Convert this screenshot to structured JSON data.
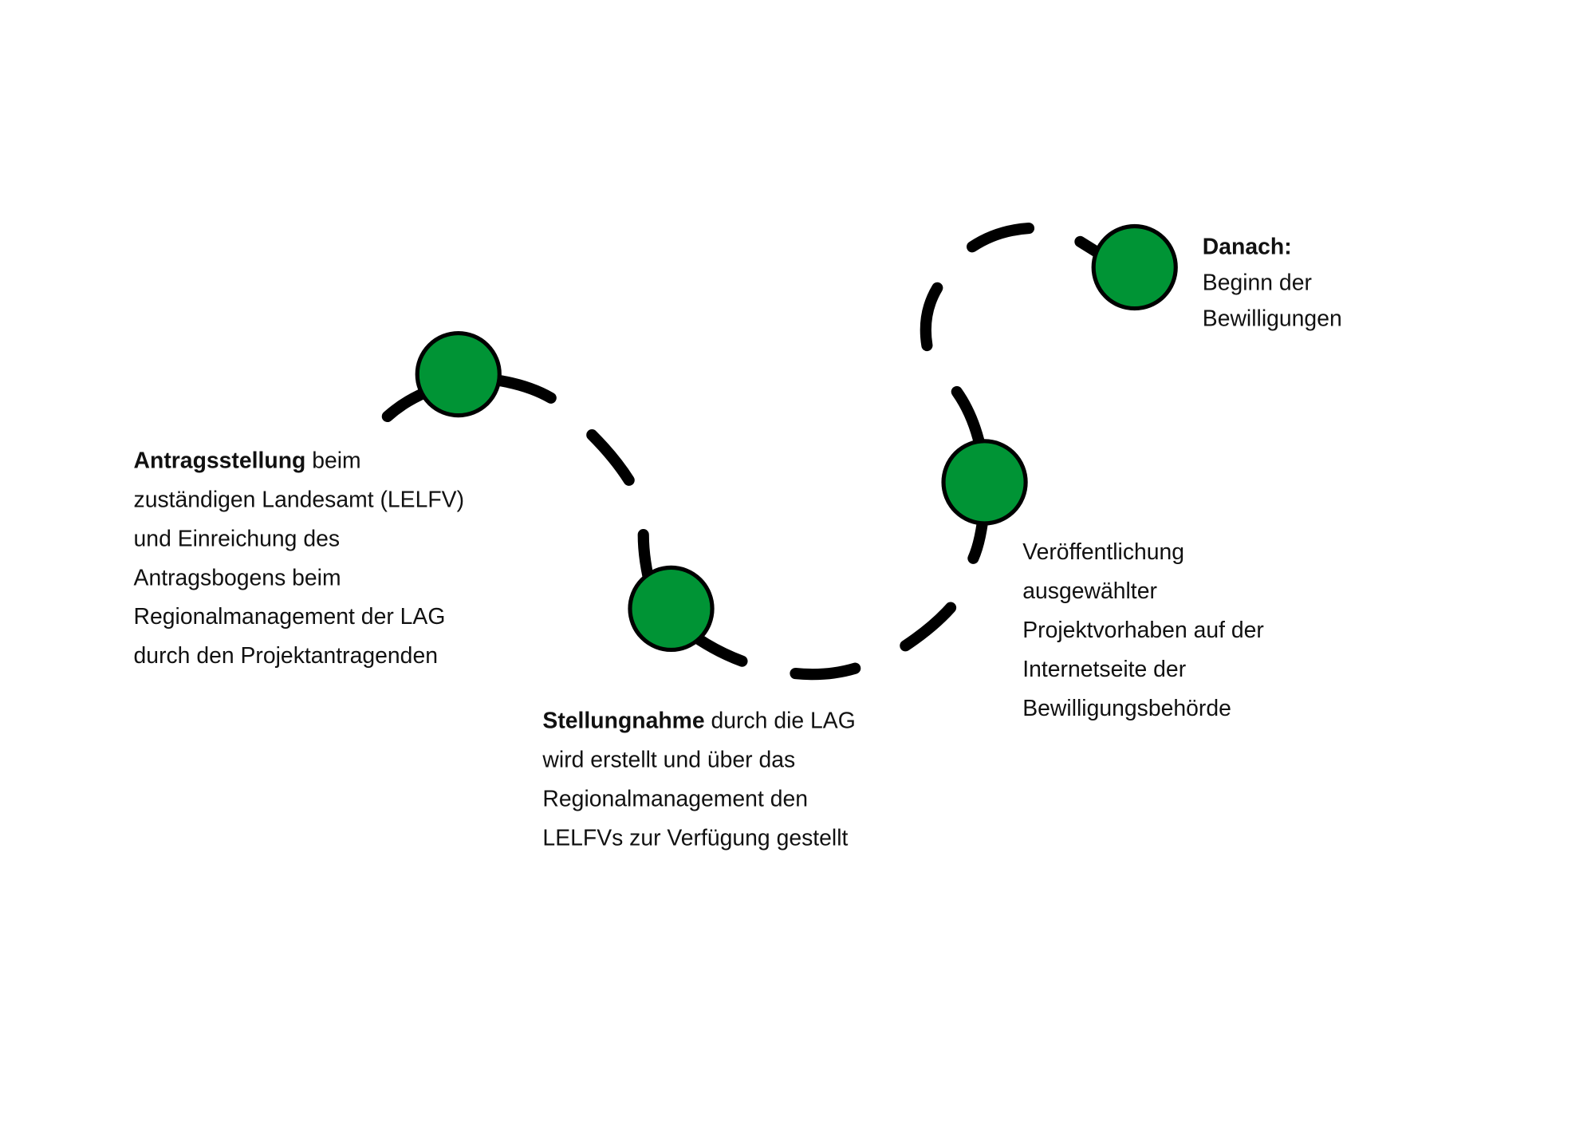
{
  "steps": [
    {
      "bold": "Antragsstellung",
      "lines": [
        " beim",
        "zuständigen Landesamt (LELFV)",
        "und Einreichung des",
        "Antragsbogens beim",
        "Regionalmanagement der LAG",
        "durch den Projektantragenden"
      ]
    },
    {
      "bold": "Stellungnahme",
      "lines": [
        " durch die LAG",
        "wird erstellt und über das",
        "Regionalmanagement den",
        "LELFVs zur Verfügung gestellt"
      ]
    },
    {
      "bold": "",
      "lines": [
        "Veröffentlichung",
        "ausgewählter",
        "Projektvorhaben auf der",
        "Internetseite der",
        "Bewilligungsbehörde"
      ]
    },
    {
      "bold": "Danach:",
      "lines": [
        "",
        "Beginn der",
        "Bewilligungen"
      ]
    }
  ],
  "colors": {
    "node": "#009435",
    "path": "#000000"
  }
}
